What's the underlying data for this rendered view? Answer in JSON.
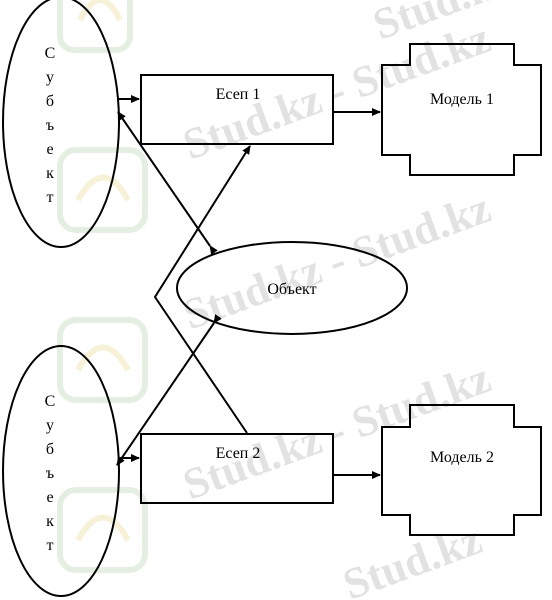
{
  "diagram": {
    "subject_top": {
      "letters": [
        "С",
        "у",
        "б",
        "ъ",
        "е",
        "к",
        "т"
      ]
    },
    "subject_bottom": {
      "letters": [
        "С",
        "у",
        "б",
        "ъ",
        "е",
        "к",
        "т"
      ]
    },
    "task_1": {
      "label": "Есеп 1"
    },
    "task_2": {
      "label": "Есеп 2"
    },
    "object": {
      "label": "Объект"
    },
    "model_1": {
      "label": "Модель 1"
    },
    "model_2": {
      "label": "Модель 2"
    }
  },
  "watermark": {
    "text": "Stud.kz - Stud.kz",
    "text_short": "Stud.kz"
  },
  "colors": {
    "stroke": "#000000",
    "watermark_text": "#d9d9d9",
    "watermark_logo_green": "#cfe3c9",
    "watermark_logo_yellow": "#f1e6b8"
  }
}
